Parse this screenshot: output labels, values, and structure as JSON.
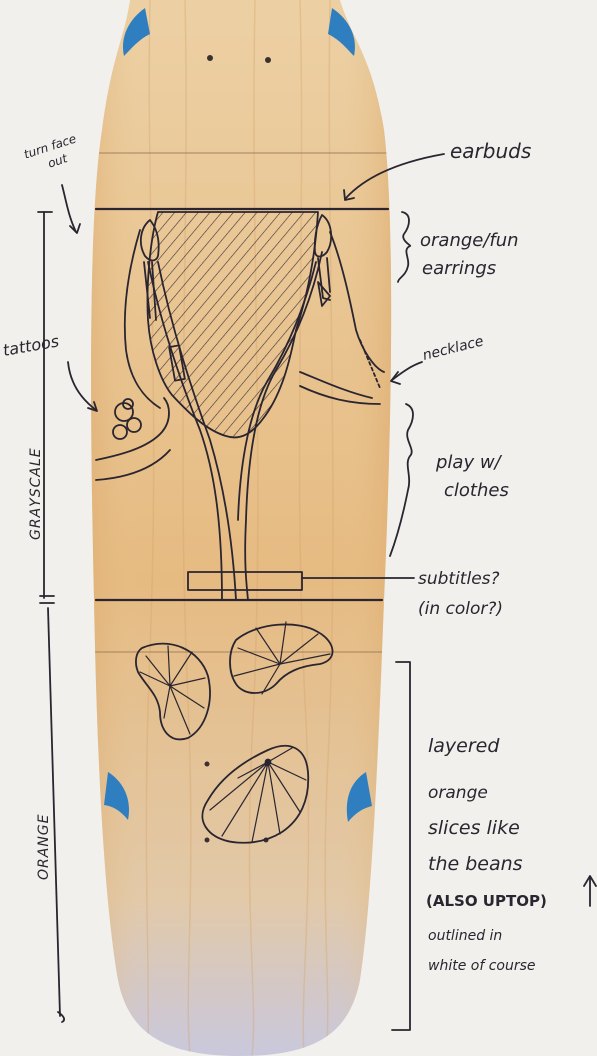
{
  "annotations": {
    "turn_face_out": [
      "turn face",
      "out"
    ],
    "tattoos": "tattoos",
    "grayscale": "GRAYSCALE",
    "orange_side": "ORANGE",
    "earbuds": "earbuds",
    "orange_earrings": [
      "orange/fun",
      "earrings"
    ],
    "necklace": "necklace",
    "play_clothes": [
      "play w/",
      "clothes"
    ],
    "subtitles": [
      "subtitles?",
      "(in color?)"
    ],
    "layered_orange": [
      "layered",
      "orange",
      "slices like",
      "the beans",
      "(ALSO UPTOP)",
      "outlined in",
      "white of course"
    ]
  },
  "colors": {
    "wood_light": "#eccfa0",
    "wood_dark": "#d9a86c",
    "edge_blue": "#2f7fc0",
    "ink": "#2a2530",
    "paper": "#f1f0ec"
  }
}
